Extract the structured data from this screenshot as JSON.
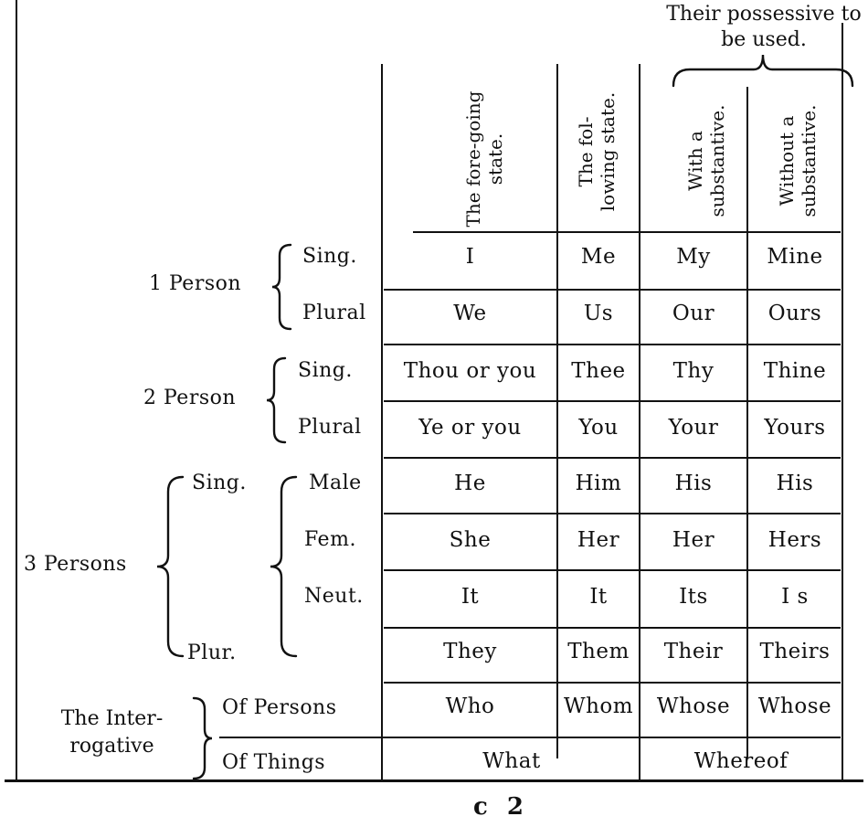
{
  "header": {
    "possessive_group": "Their possessive to be used.",
    "col_foregoing": "The fore-going state.",
    "col_following": "The fol-lowing state.",
    "col_with": "With a substantive.",
    "col_without": "Without a substantive."
  },
  "groups": {
    "p1": "1 Person",
    "p2": "2 Person",
    "p3": "3 Persons",
    "interrogative": "The Inter-rogative"
  },
  "labels": {
    "sing": "Sing.",
    "plural": "Plural",
    "plur": "Plur.",
    "male": "Male",
    "fem": "Fem.",
    "neut": "Neut.",
    "of_persons": "Of Persons",
    "of_things": "Of Things"
  },
  "rows": [
    {
      "foregoing": "I",
      "following": "Me",
      "with": "My",
      "without": "Mine"
    },
    {
      "foregoing": "We",
      "following": "Us",
      "with": "Our",
      "without": "Ours"
    },
    {
      "foregoing": "Thou or you",
      "following": "Thee",
      "with": "Thy",
      "without": "Thine"
    },
    {
      "foregoing": "Ye or you",
      "following": "You",
      "with": "Your",
      "without": "Yours"
    },
    {
      "foregoing": "He",
      "following": "Him",
      "with": "His",
      "without": "His"
    },
    {
      "foregoing": "She",
      "following": "Her",
      "with": "Her",
      "without": "Hers"
    },
    {
      "foregoing": "It",
      "following": "It",
      "with": "Its",
      "without": "I s"
    },
    {
      "foregoing": "They",
      "following": "Them",
      "with": "Their",
      "without": "Theirs"
    },
    {
      "foregoing": "Who",
      "following": "Whom",
      "with": "Whose",
      "without": "Whose"
    }
  ],
  "last_row": {
    "left": "What",
    "right": "Whereof"
  },
  "footer": {
    "signature": "c 2"
  }
}
